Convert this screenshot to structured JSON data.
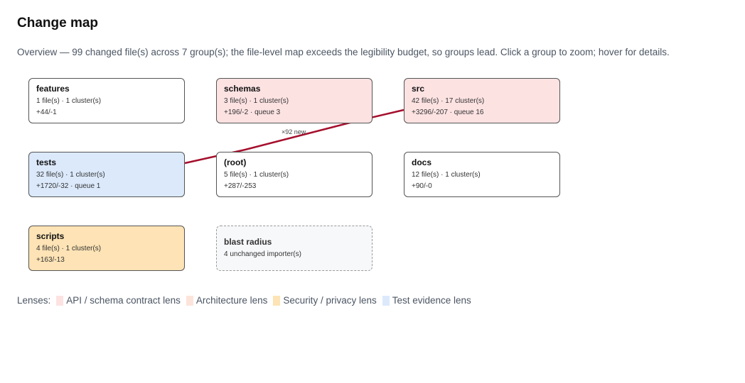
{
  "header": {
    "title": "Change map",
    "overview": "Overview — 99 changed file(s) across 7 group(s); the file-level map exceeds the legibility budget, so groups lead. Click a group to zoom; hover for details."
  },
  "edges": [
    {
      "from": "tests",
      "to": "src",
      "label": "×92 new",
      "color": "#a50f2d"
    }
  ],
  "groups": [
    {
      "id": "features",
      "name": "features",
      "meta": "1 file(s) · 1 cluster(s)",
      "diff": "+44/-1",
      "fill": "#ffffff"
    },
    {
      "id": "schemas",
      "name": "schemas",
      "meta": "3 file(s) · 1 cluster(s)",
      "diff": "+196/-2 · queue 3",
      "fill": "#fde2e2"
    },
    {
      "id": "src",
      "name": "src",
      "meta": "42 file(s) · 17 cluster(s)",
      "diff": "+3296/-207 · queue 16",
      "fill": "#fde2e2"
    },
    {
      "id": "tests",
      "name": "tests",
      "meta": "32 file(s) · 1 cluster(s)",
      "diff": "+1720/-32 · queue 1",
      "fill": "#dbe9fb"
    },
    {
      "id": "root",
      "name": "(root)",
      "meta": "5 file(s) · 1 cluster(s)",
      "diff": "+287/-253",
      "fill": "#ffffff"
    },
    {
      "id": "docs",
      "name": "docs",
      "meta": "12 file(s) · 1 cluster(s)",
      "diff": "+90/-0",
      "fill": "#ffffff"
    },
    {
      "id": "scripts",
      "name": "scripts",
      "meta": "4 file(s) · 1 cluster(s)",
      "diff": "+163/-13",
      "fill": "#fde3b5"
    }
  ],
  "blast_radius": {
    "name": "blast radius",
    "meta": "4 unchanged importer(s)"
  },
  "legend": {
    "label": "Lenses:",
    "items": [
      {
        "label": "API / schema contract lens",
        "color": "#fde2e2"
      },
      {
        "label": "Architecture lens",
        "color": "#fde4da"
      },
      {
        "label": "Security / privacy lens",
        "color": "#fde3b5"
      },
      {
        "label": "Test evidence lens",
        "color": "#dbe9fb"
      }
    ]
  }
}
